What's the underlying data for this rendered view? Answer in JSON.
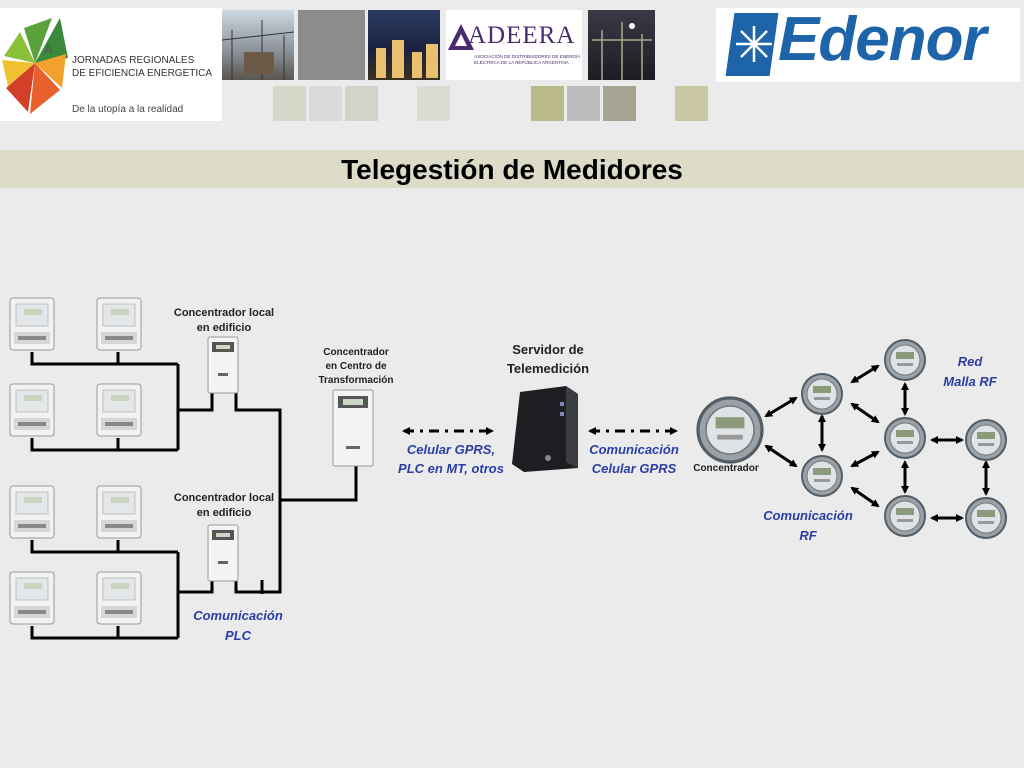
{
  "header": {
    "logo_line1": "JORNADAS REGIONALES",
    "logo_line2": "DE EFICIENCIA ENERGETICA",
    "logo_tagline": "De la utopía a la realidad",
    "adeera_name": "ADEERA",
    "adeera_sub_line1": "ASOCIACIÓN DE DISTRIBUIDORES DE ENERGÍA",
    "adeera_sub_line2": "ELÉCTRICA DE LA REPÚBLICA ARGENTINA",
    "edenor_name": "Edenor"
  },
  "title": "Telegestión de Medidores",
  "diagram": {
    "conc_local_top_l1": "Concentrador local",
    "conc_local_top_l2": "en edificio",
    "conc_local_bot_l1": "Concentrador local",
    "conc_local_bot_l2": "en edificio",
    "conc_ct_l1": "Concentrador",
    "conc_ct_l2": "en Centro de",
    "conc_ct_l3": "Transformación",
    "server_l1": "Servidor de",
    "server_l2": "Telemedición",
    "gprs_plc_l1": "Celular GPRS,",
    "gprs_plc_l2": "PLC en MT, otros",
    "gprs_l1": "Comunicación",
    "gprs_l2": "Celular GPRS",
    "plc_l1": "Comunicación",
    "plc_l2": "PLC",
    "concentrador": "Concentrador",
    "rf_l1": "Comunicación",
    "rf_l2": "RF",
    "mesh_l1": "Red",
    "mesh_l2": "Malla RF"
  },
  "colors": {
    "title_band": "#dcdcc9",
    "label_blue": "#2b3ea6",
    "edenor_blue": "#1d64a8",
    "adeera_purple": "#4a2c6e"
  }
}
